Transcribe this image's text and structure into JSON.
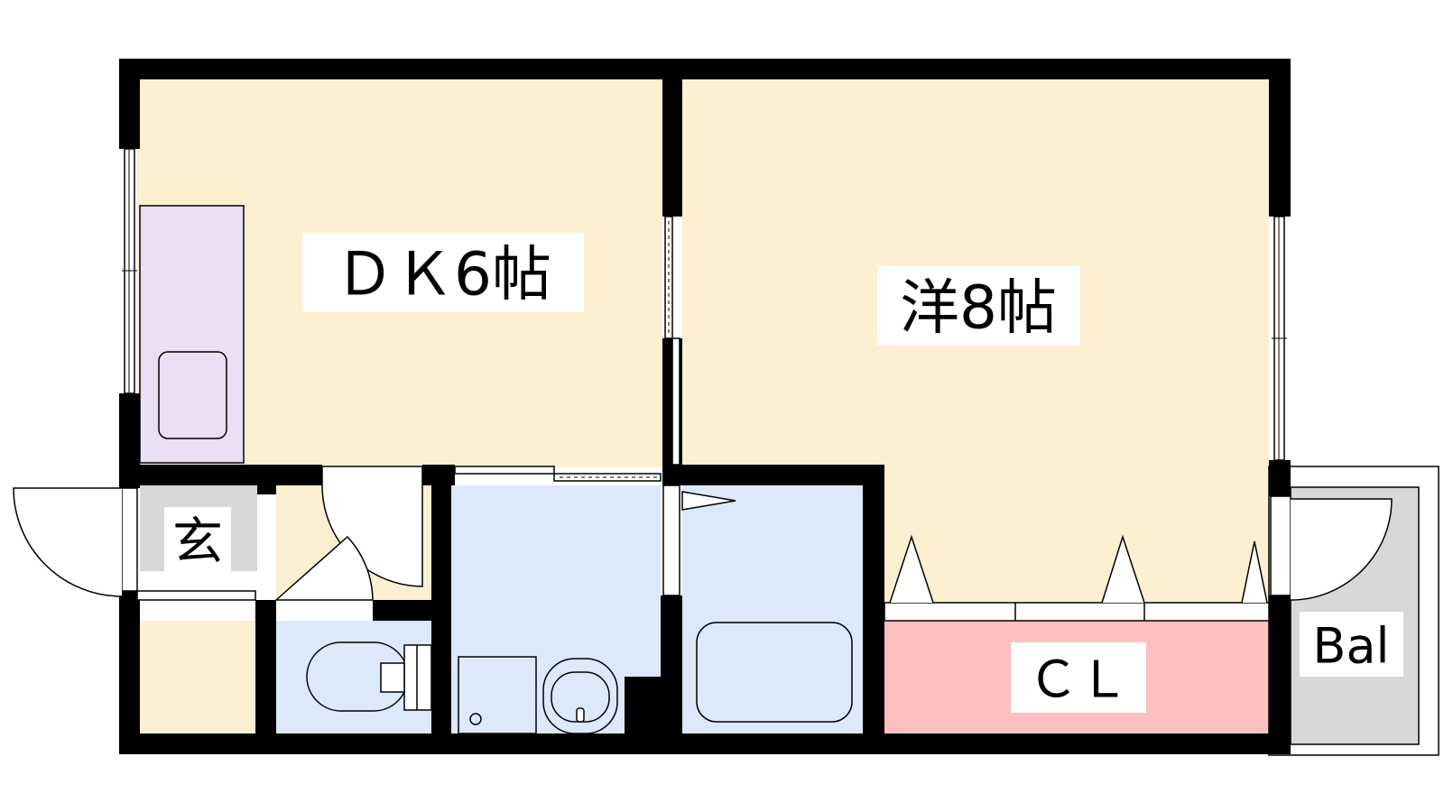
{
  "rooms": {
    "dk": {
      "label": "ＤＫ6帖"
    },
    "western": {
      "label": "洋8帖"
    },
    "entrance": {
      "label": "玄"
    },
    "closet": {
      "label": "ＣＬ"
    },
    "balcony": {
      "label": "Bal"
    }
  },
  "colors": {
    "living_floor": "#fdf0d0",
    "kitchen_counter": "#eadff4",
    "entrance_floor": "#d8d8d8",
    "wet_area": "#dbe9fb",
    "closet": "#fdbfbf",
    "balcony": "#d8d8d8",
    "wall": "#000000"
  }
}
